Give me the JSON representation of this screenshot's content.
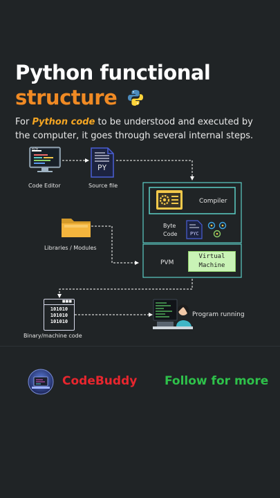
{
  "header": {
    "title_line1": "Python functional",
    "title_line2": "structure",
    "intro_prefix": "For ",
    "intro_highlight": "Python code",
    "intro_suffix": " to be understood and executed by the computer, it goes through several internal steps."
  },
  "diagram": {
    "code_editor_label": "Code Editor",
    "code_editor_glyph": "</>",
    "source_file_label": "Source file",
    "source_file_ext": "PY",
    "compiler_label": "Compiler",
    "byte_code_label_1": "Byte",
    "byte_code_label_2": "Code",
    "byte_code_ext": "PYC",
    "libraries_label": "Libraries / Modules",
    "pvm_label": "PVM",
    "vm_label_1": "Virtual",
    "vm_label_2": "Machine",
    "binary_label": "Binary/machine code",
    "binary_digits": [
      "101010",
      "101010",
      "101010"
    ],
    "program_running_label": "Program running",
    "colors": {
      "accent_teal": "#5ccfc6",
      "vm_fill": "#c9f3b6",
      "folder_yellow": "#f4b53d",
      "compiler_yellow": "#f3c94b"
    }
  },
  "footer": {
    "brand_name": "CodeBuddy",
    "cta": "Follow for more",
    "colors": {
      "brand": "#e8262e",
      "cta": "#2ec14a"
    }
  }
}
